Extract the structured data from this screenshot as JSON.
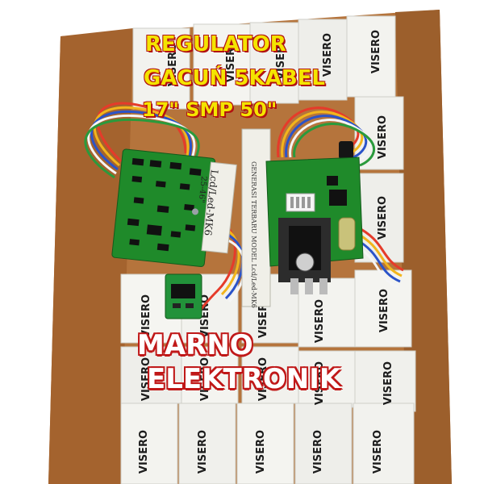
{
  "overlay": {
    "line1": "REGULATOR",
    "line2": "GACUŃ 5KABEL",
    "line3": "17\" SMP 50\"",
    "shop_line1": "MARNO",
    "shop_line2": "ELEKTRONIK"
  },
  "board_left": {
    "label": "Lcd/Led-MK6",
    "sublabel": "25-46\""
  },
  "board_right": {
    "label": "GENERASI TERBARU MODEL Lcd/Led-MK6"
  },
  "box_brand": "VISERO",
  "colors": {
    "headline_fill": "#f4e400",
    "headline_outline": "#b21111",
    "shop_fill": "#ffffff",
    "shop_outline": "#c01818",
    "pcb_green": "#1f8a2a",
    "cardboard": "#b5743c"
  }
}
